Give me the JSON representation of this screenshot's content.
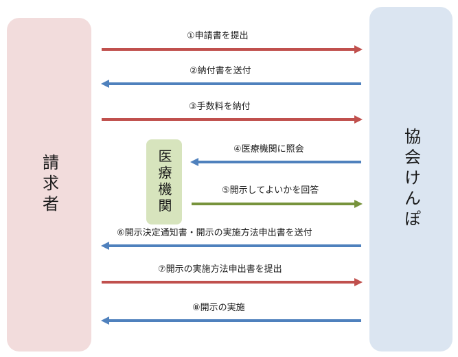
{
  "parties": {
    "requester": "請求者",
    "kyokai": "協会けんぽ",
    "medical": "医療機関"
  },
  "colors": {
    "red_arrow": "#c0504d",
    "blue_arrow": "#4f81bd",
    "green_arrow": "#77933c",
    "requester_bg": "#f2dcdc",
    "kyokai_bg": "#dbe5f1",
    "medical_bg": "#d7e4bd"
  },
  "steps": [
    {
      "label": "①申請書を提出",
      "direction": "right",
      "color": "red"
    },
    {
      "label": "②納付書を送付",
      "direction": "left",
      "color": "blue"
    },
    {
      "label": "③手数料を納付",
      "direction": "right",
      "color": "red"
    },
    {
      "label": "④医療機関に照会",
      "direction": "left",
      "color": "blue"
    },
    {
      "label": "⑤開示してよいかを回答",
      "direction": "right",
      "color": "green"
    },
    {
      "label": "⑥開示決定通知書・開示の実施方法申出書を送付",
      "direction": "left",
      "color": "blue"
    },
    {
      "label": "⑦開示の実施方法申出書を提出",
      "direction": "right",
      "color": "red"
    },
    {
      "label": "⑧開示の実施",
      "direction": "left",
      "color": "blue"
    }
  ]
}
